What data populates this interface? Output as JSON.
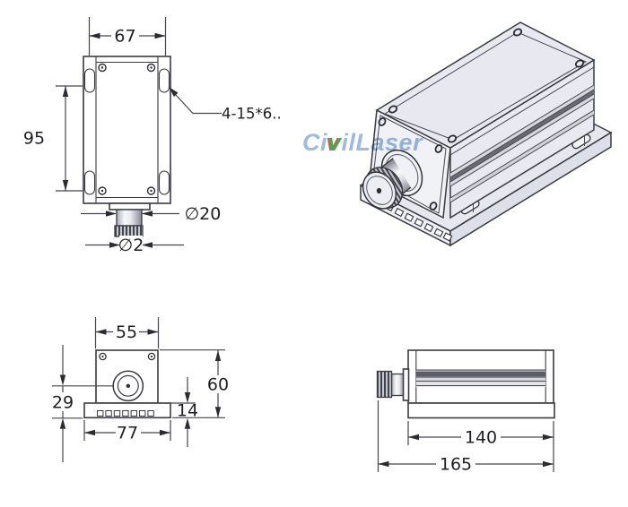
{
  "watermark": {
    "prefix": "Ci",
    "accent": "v",
    "suffix": "ilLaser"
  },
  "colors": {
    "line": "#3a3a41",
    "dimension_text": "#1f1f23",
    "face_top": "#e7e8f0",
    "face_front": "#f1f2f6",
    "face_side": "#e9eaf1",
    "base_top": "#e6e7ef",
    "base_front": "#eef0f5",
    "base_side": "#dde0e9",
    "fin_dark": "#6a6a74",
    "knurl_dark": "#44444c",
    "watermark_blue": "#96b4de",
    "watermark_red": "#cf4a3f",
    "watermark_green": "#3d9e44"
  },
  "views": {
    "plan_view": {
      "width": "67",
      "height": "95",
      "barrel_diameter": "∅20",
      "aperture_diameter": "∅2",
      "slot_callout": "4-15*6.."
    },
    "front_view": {
      "body_width": "55",
      "base_width": "77",
      "overall_height": "60",
      "axis_height": "29",
      "base_height": "14"
    },
    "side_view": {
      "body_length": "140",
      "overall_length": "165"
    }
  }
}
